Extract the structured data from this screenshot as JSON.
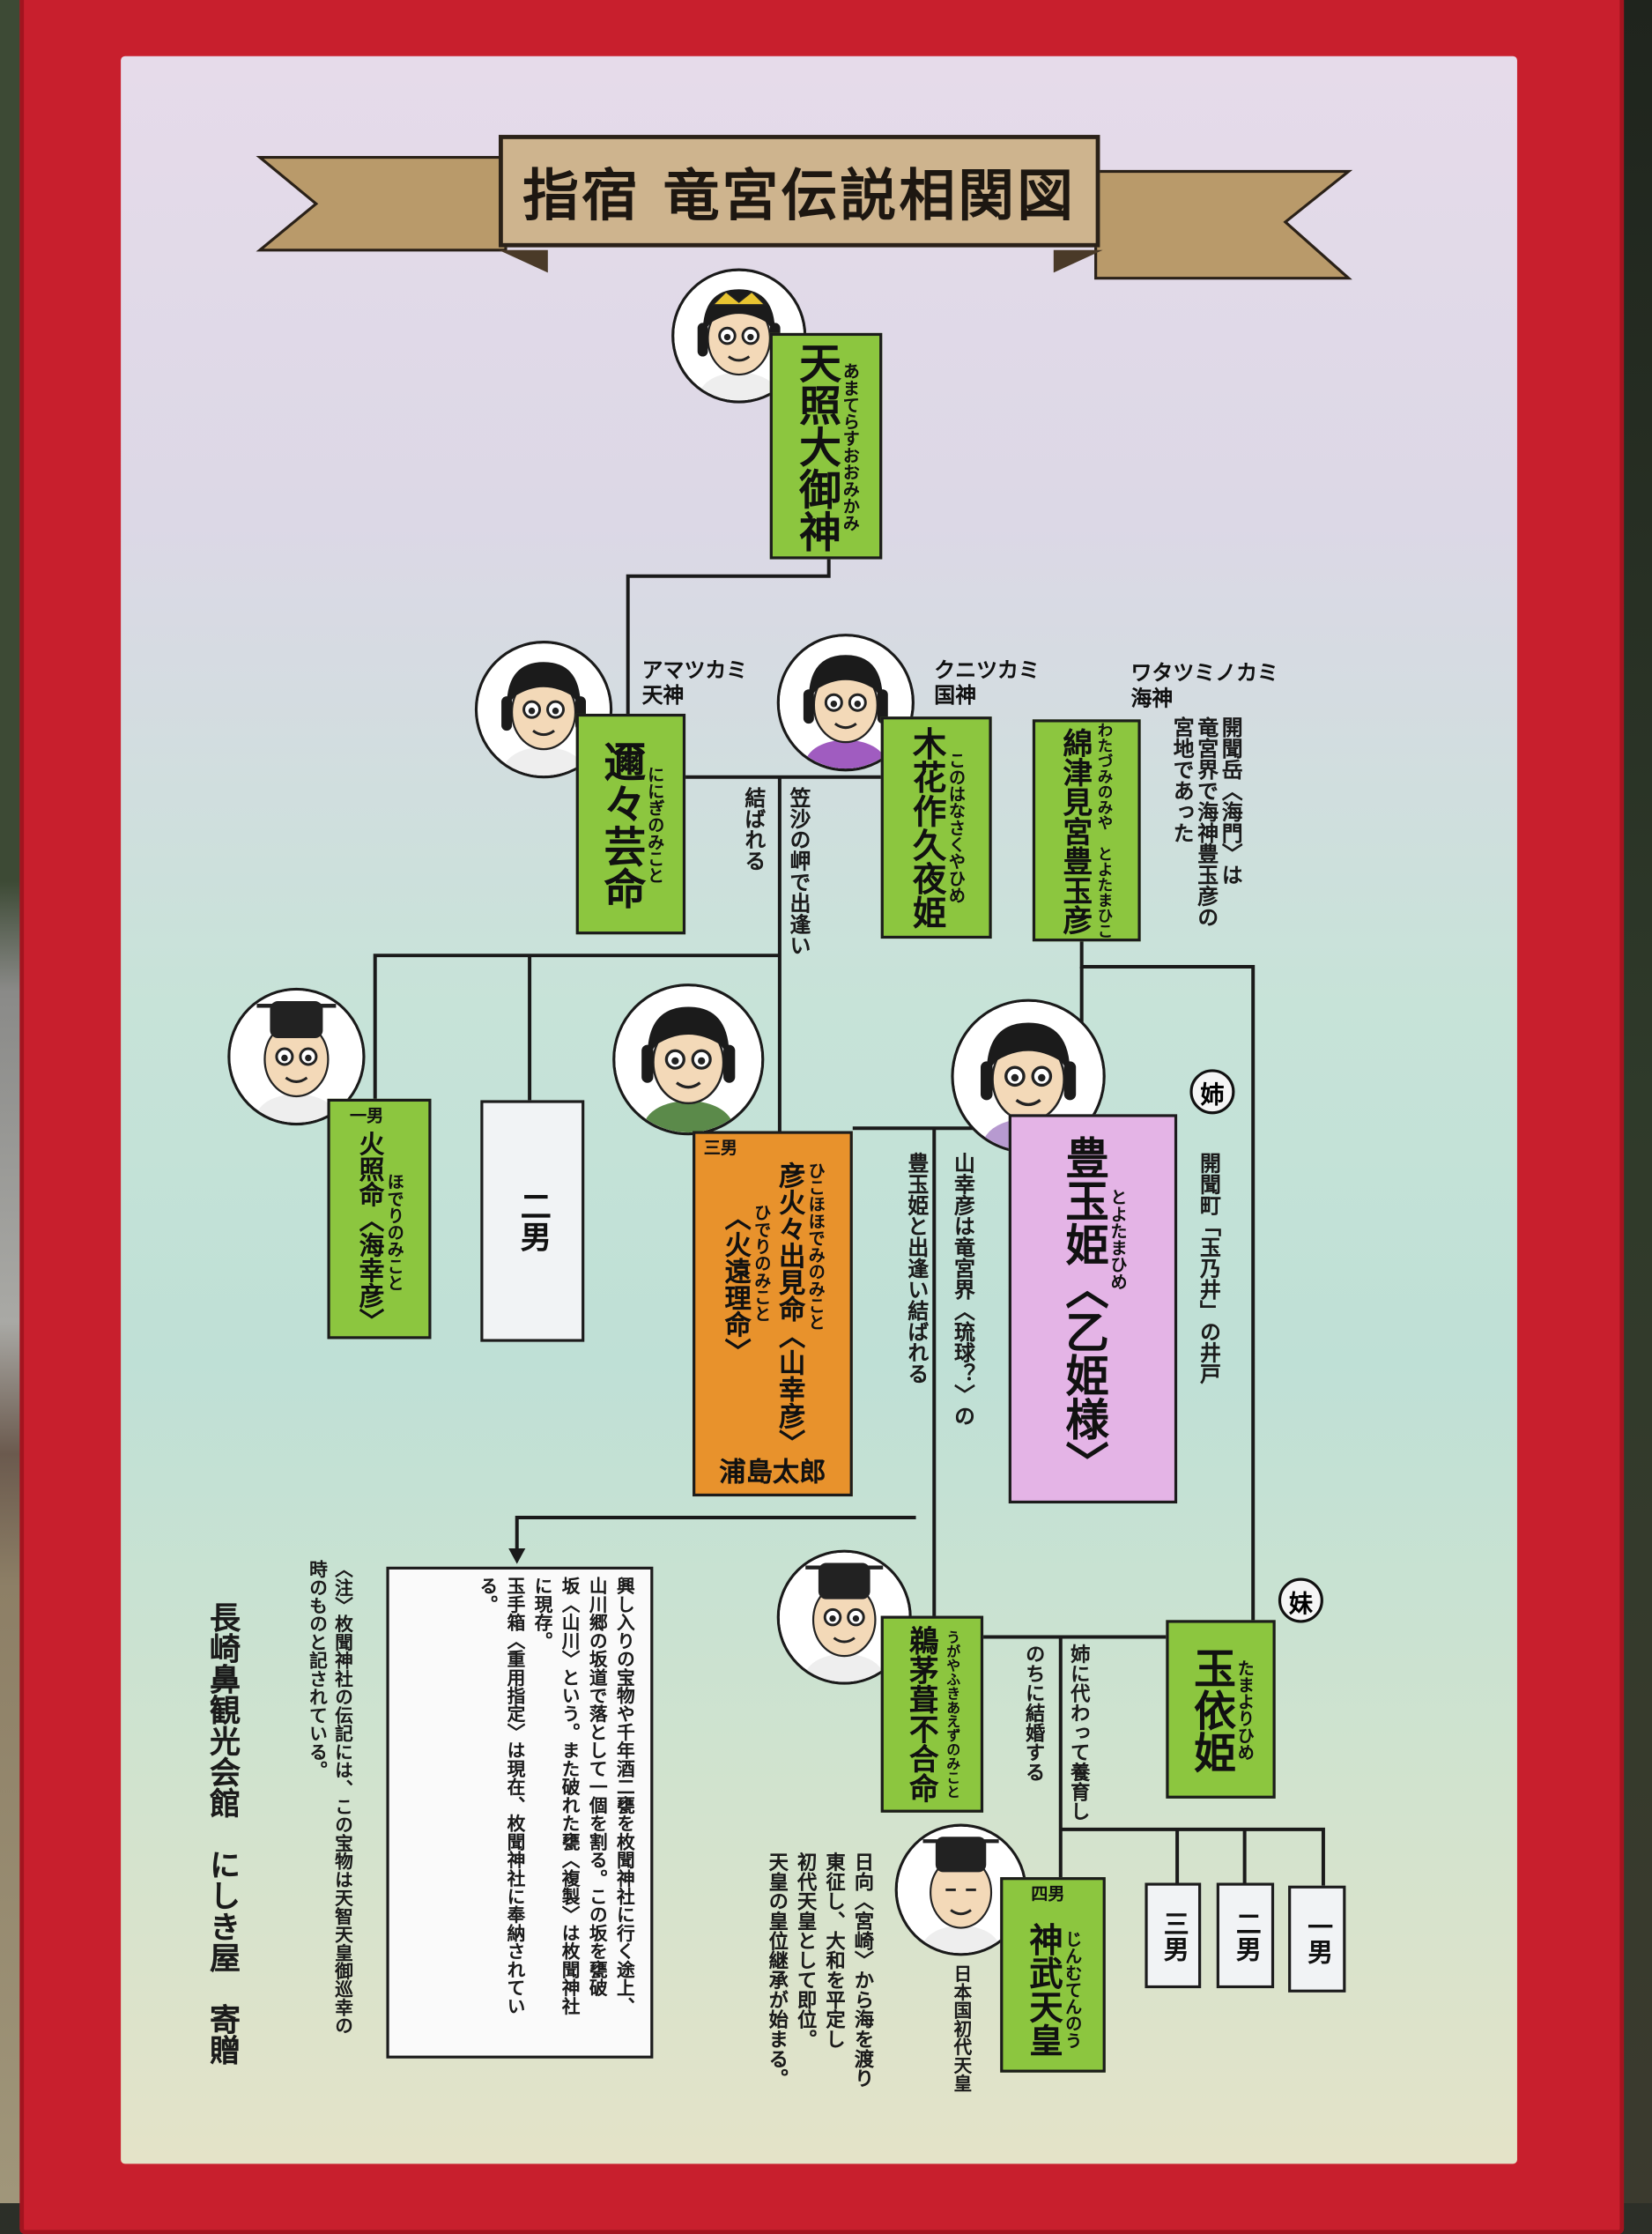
{
  "title": "指宿 竜宮伝説相関図",
  "people": {
    "amaterasu": {
      "name": "天照大御神",
      "ruby": "あまてらすおおみかみ"
    },
    "ninigi": {
      "name": "邇々芸命",
      "ruby": "ににぎのみこと",
      "group": "アマツカミ\n天神"
    },
    "konohana": {
      "name": "木花作久夜姫",
      "ruby": "このはなさくやひめ",
      "group": "クニツカミ\n国神"
    },
    "watatsumi": {
      "name": "綿津見宮豊玉彦",
      "ruby": "わたづみのみや　とよたまひこ",
      "group": "ワタツミノカミ\n海神"
    },
    "hoderi": {
      "order": "一男",
      "name": "火照命〈海幸彦〉",
      "ruby": "ほでりのみこと"
    },
    "second_son": {
      "name": "二男"
    },
    "hikohohodemi": {
      "order": "三男",
      "name": "彦火々出見命〈山幸彦〉",
      "ruby": "ひこほほでみのみこと",
      "ruby2": "ひでりのみこと",
      "alt": "〈火遠理命〉",
      "alias": "浦島太郎"
    },
    "toyotama": {
      "name": "豊玉姫〈乙姫様〉",
      "ruby": "とよたまひめ",
      "badge": "姉"
    },
    "ugaya": {
      "name": "鵜茅葺不合命",
      "ruby": "うがやふきあえずのみこと"
    },
    "tamayori": {
      "name": "玉依姫",
      "ruby": "たまよりひめ",
      "badge": "妹"
    },
    "jimmu": {
      "order": "四男",
      "name": "神武天皇",
      "ruby": "じんむてんのう",
      "caption": "日本国初代天皇"
    },
    "sons": [
      "三男",
      "二男",
      "一男"
    ]
  },
  "notes": {
    "kaimon": "開聞岳〈海門〉は\n竜宮界で海神豊玉彦の\n宮地であった",
    "kasasa_1": "笠沙の岬で出逢い",
    "kasasa_2": "結ばれる",
    "yamasachi_1": "山幸彦は竜宮界〈琉球？〉の",
    "yamasachi_2": "豊玉姫と出逢い結ばれる",
    "tamanoi": "開聞町「玉乃井」の井戸",
    "raise_1": "姉に代わって養育し",
    "raise_2": "のちに結婚する",
    "jimmu": "日向〈宮崎〉から海を渡り\n東征し、大和を平定し\n初代天皇として即位。\n天皇の皇位継承が始まる。",
    "treasure": "興し入りの宝物や千年酒二甕を枚聞神社に行く途上、\n山川郷の坂道で落として一個を割る。この坂を甕破\n坂〈山川〉という。また破れた甕〈複製〉は枚聞神社\nに現存。\n玉手箱〈重用指定〉は現在、枚聞神社に奉納されている。",
    "footnote": "〈注〉枚聞神社の伝記には、この宝物は天智天皇御巡幸の\n時のものと記されている。",
    "donor": "長崎鼻観光会館　にしき屋　寄贈"
  },
  "colors": {
    "frame": "#c81f2d",
    "green": "#8cc63f",
    "orange": "#e8922c",
    "pink": "#e4b4e6",
    "banner": "#ceb48e"
  }
}
